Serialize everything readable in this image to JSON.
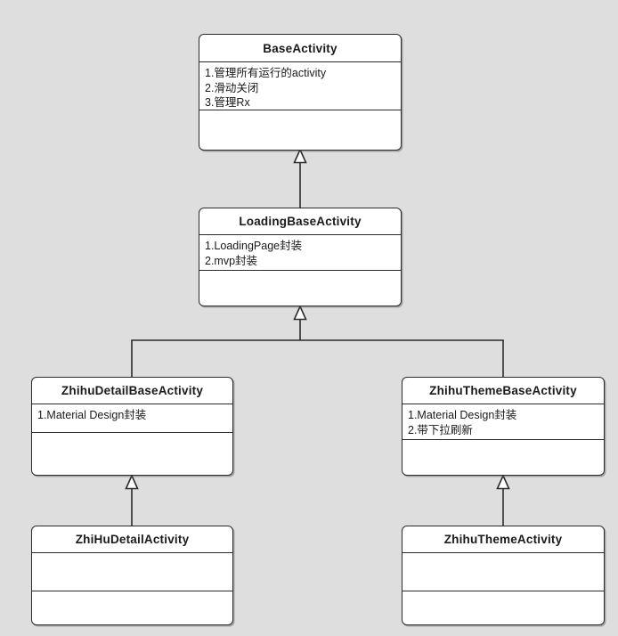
{
  "diagram": {
    "type": "uml-class-diagram",
    "background_color": "#dedede",
    "box_fill_color": "#ffffff",
    "line_color": "#2b2b2b",
    "classes": [
      {
        "id": "BaseActivity",
        "name": "BaseActivity",
        "attributes": [
          "1.管理所有运行的activity",
          "2.滑动关闭",
          "3.管理Rx"
        ],
        "operations": []
      },
      {
        "id": "LoadingBaseActivity",
        "name": "LoadingBaseActivity",
        "attributes": [
          "1.LoadingPage封装",
          "2.mvp封装"
        ],
        "operations": []
      },
      {
        "id": "ZhihuDetailBaseActivity",
        "name": "ZhihuDetailBaseActivity",
        "attributes": [
          "1.Material Design封装"
        ],
        "operations": []
      },
      {
        "id": "ZhihuThemeBaseActivity",
        "name": "ZhihuThemeBaseActivity",
        "attributes": [
          "1.Material Design封装",
          "2.带下拉刷新"
        ],
        "operations": []
      },
      {
        "id": "ZhiHuDetailActivity",
        "name": "ZhiHuDetailActivity",
        "attributes": [],
        "operations": []
      },
      {
        "id": "ZhihuThemeActivity",
        "name": "ZhihuThemeActivity",
        "attributes": [],
        "operations": []
      }
    ],
    "relationships": [
      {
        "kind": "generalization",
        "from": "LoadingBaseActivity",
        "to": "BaseActivity"
      },
      {
        "kind": "generalization",
        "from": "ZhihuDetailBaseActivity",
        "to": "LoadingBaseActivity"
      },
      {
        "kind": "generalization",
        "from": "ZhihuThemeBaseActivity",
        "to": "LoadingBaseActivity"
      },
      {
        "kind": "generalization",
        "from": "ZhiHuDetailActivity",
        "to": "ZhihuDetailBaseActivity"
      },
      {
        "kind": "generalization",
        "from": "ZhihuThemeActivity",
        "to": "ZhihuThemeBaseActivity"
      }
    ]
  }
}
